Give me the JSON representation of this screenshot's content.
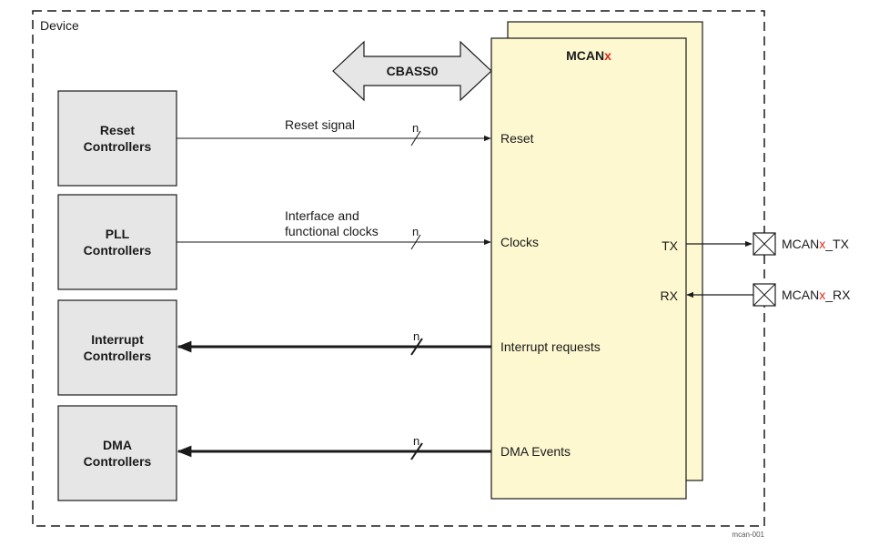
{
  "device_label": "Device",
  "bus_label": "CBASS0",
  "module": {
    "name_prefix": "MCAN",
    "name_suffix": "x"
  },
  "controllers": [
    {
      "line1": "Reset",
      "line2": "Controllers"
    },
    {
      "line1": "PLL",
      "line2": "Controllers"
    },
    {
      "line1": "Interrupt",
      "line2": "Controllers"
    },
    {
      "line1": "DMA",
      "line2": "Controllers"
    }
  ],
  "signals": {
    "reset_label": "Reset signal",
    "clocks_label_line1": "Interface and",
    "clocks_label_line2": "functional clocks",
    "bus_width_mark": "n"
  },
  "ports": {
    "reset": "Reset",
    "clocks": "Clocks",
    "interrupt": "Interrupt requests",
    "dma": "DMA Events",
    "tx": "TX",
    "rx": "RX"
  },
  "pins": {
    "tx": {
      "prefix": "MCAN",
      "suffix": "x",
      "tail": "_TX"
    },
    "rx": {
      "prefix": "MCAN",
      "suffix": "x",
      "tail": "_RX"
    }
  },
  "figure_id": "mcan-001",
  "colors": {
    "module_fill": "#fdf8d0",
    "controller_fill": "#e6e6e6",
    "bus_fill": "#e6e6e6",
    "accent_red": "#e0261b",
    "line": "#1a1a1a"
  }
}
